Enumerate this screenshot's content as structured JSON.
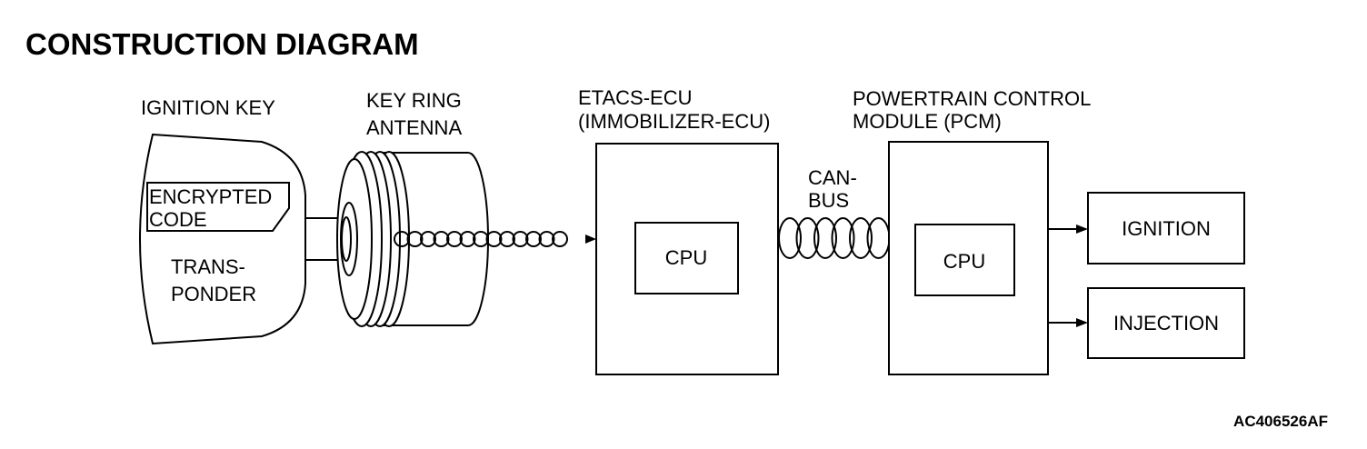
{
  "title": "CONSTRUCTION DIAGRAM",
  "ignition_key": {
    "label": "IGNITION KEY",
    "chip_line1": "ENCRYPTED",
    "chip_line2": "CODE",
    "transponder_line1": "TRANS-",
    "transponder_line2": "PONDER"
  },
  "antenna": {
    "label_line1": "KEY RING",
    "label_line2": "ANTENNA"
  },
  "etacs": {
    "label_line1": "ETACS-ECU",
    "label_line2": "(IMMOBILIZER-ECU)",
    "cpu": "CPU"
  },
  "canbus": {
    "label_line1": "CAN-",
    "label_line2": "BUS"
  },
  "pcm": {
    "label_line1": "POWERTRAIN  CONTROL",
    "label_line2": "MODULE (PCM)",
    "cpu": "CPU"
  },
  "outputs": {
    "ignition": "IGNITION",
    "injection": "INJECTION"
  },
  "figure_ref": "AC406526AF",
  "colors": {
    "line": "#000000",
    "background": "#ffffff"
  }
}
